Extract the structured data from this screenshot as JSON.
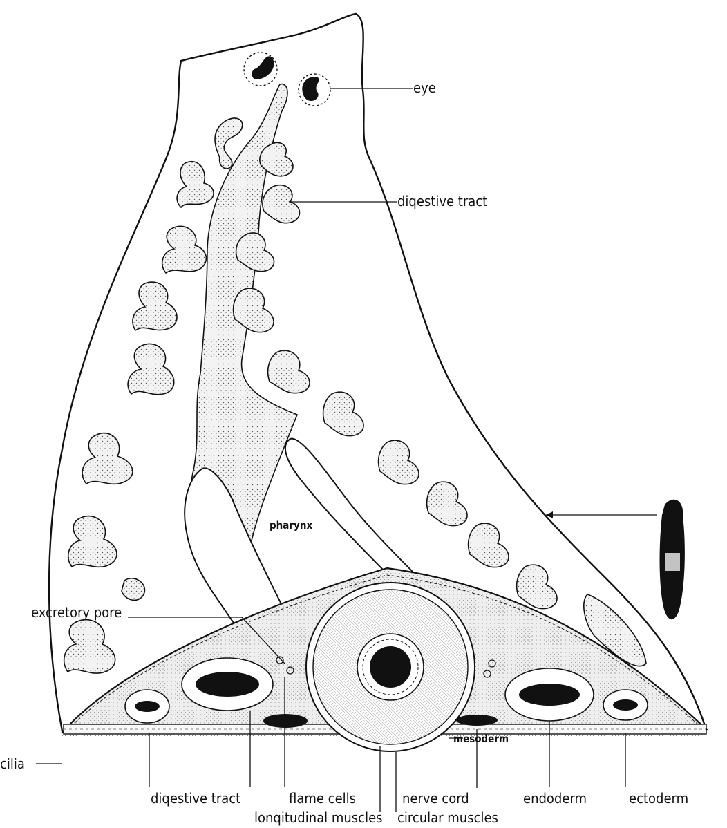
{
  "figure": {
    "labels": {
      "eye": "eye",
      "digestive_tract_top": "diqestive tract",
      "pharynx": "pharynx",
      "excretory_pore": "excretory pore",
      "mesoderm": "mesoderm",
      "cilia": "cilia",
      "digestive_tract_bottom": "diqestive tract",
      "flame_cells": "flame cells",
      "longitudinal_muscles": "lonqitudinal muscles",
      "nerve_cord": "nerve cord",
      "circular_muscles": "circular muscles",
      "endoderm": "endoderm",
      "ectoderm": "ectoderm"
    }
  }
}
